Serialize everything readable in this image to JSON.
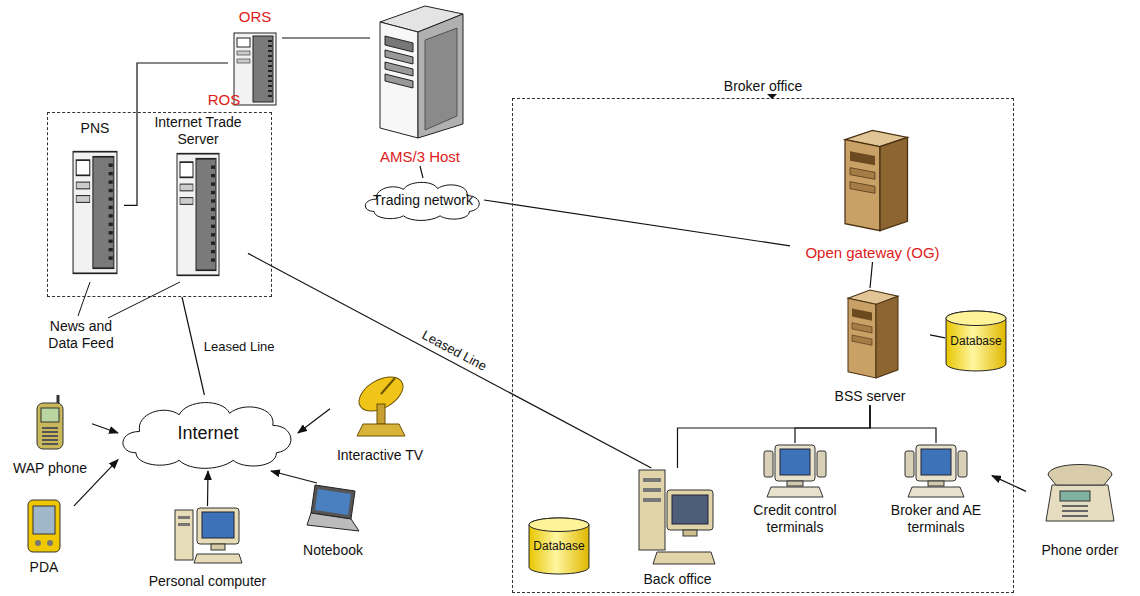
{
  "diagram": {
    "nodes": [
      {
        "text": [
          "ORS"
        ]
      },
      {
        "text": [
          "AMS/3 Host"
        ]
      },
      {
        "text": [
          "ROS"
        ]
      },
      {
        "text": [
          "PNS"
        ],
        "in": 2
      },
      {
        "text": [
          "Internet Trade Server"
        ],
        "in": 2
      },
      {
        "text": [
          "Trading network"
        ]
      },
      {
        "text": [
          "Broker office"
        ]
      },
      {
        "text": [
          "Open gateway (OG)"
        ],
        "in": 6
      },
      {
        "text": [
          "BSS server"
        ],
        "in": 6
      },
      {
        "text": [
          "Database"
        ],
        "in": 6
      },
      {
        "text": [
          "Internet"
        ]
      },
      {
        "text": [
          "WAP phone"
        ]
      },
      {
        "text": [
          "Interactive TV"
        ]
      },
      {
        "text": [
          "PDA"
        ]
      },
      {
        "text": [
          "Personal computer"
        ]
      },
      {
        "text": [
          "Notebook"
        ]
      },
      {
        "text": [
          "Credit control terminals"
        ],
        "in": 6
      },
      {
        "text": [
          "Broker and AE terminals"
        ],
        "in": 6
      },
      {
        "text": [
          "Database"
        ],
        "in": 6
      },
      {
        "text": [
          "Back office"
        ],
        "in": 6
      },
      {
        "text": [
          "Phone order"
        ]
      }
    ],
    "edges": [
      {
        "from": 0,
        "to": 3,
        "arrow": "none"
      },
      {
        "from": 0,
        "to": 1,
        "arrow": "none"
      },
      {
        "from": 1,
        "to": 5,
        "arrow": "none"
      },
      {
        "from": 5,
        "to": 7,
        "arrow": "none"
      },
      {
        "from": 7,
        "to": 8,
        "arrow": "none"
      },
      {
        "from": 8,
        "to": 9,
        "arrow": "none"
      },
      {
        "from": 8,
        "to": 16,
        "arrow": "none"
      },
      {
        "from": 8,
        "to": 17,
        "arrow": "none"
      },
      {
        "from": 8,
        "to": 19,
        "arrow": "none"
      },
      {
        "from": 4,
        "to": 19,
        "label": "Leased Line",
        "arrow": "none"
      },
      {
        "from": 2,
        "to": 10,
        "label": "Leased Line",
        "arrow": "none"
      },
      {
        "from": 11,
        "to": 10,
        "arrow": "to"
      },
      {
        "from": 12,
        "to": 10,
        "arrow": "to"
      },
      {
        "from": 13,
        "to": 10,
        "arrow": "to"
      },
      {
        "from": 14,
        "to": 10,
        "arrow": "to"
      },
      {
        "from": 15,
        "to": 10,
        "arrow": "to"
      },
      {
        "from": 20,
        "to": 17,
        "arrow": "to"
      }
    ],
    "labels": [
      "News and Data Feed"
    ]
  }
}
